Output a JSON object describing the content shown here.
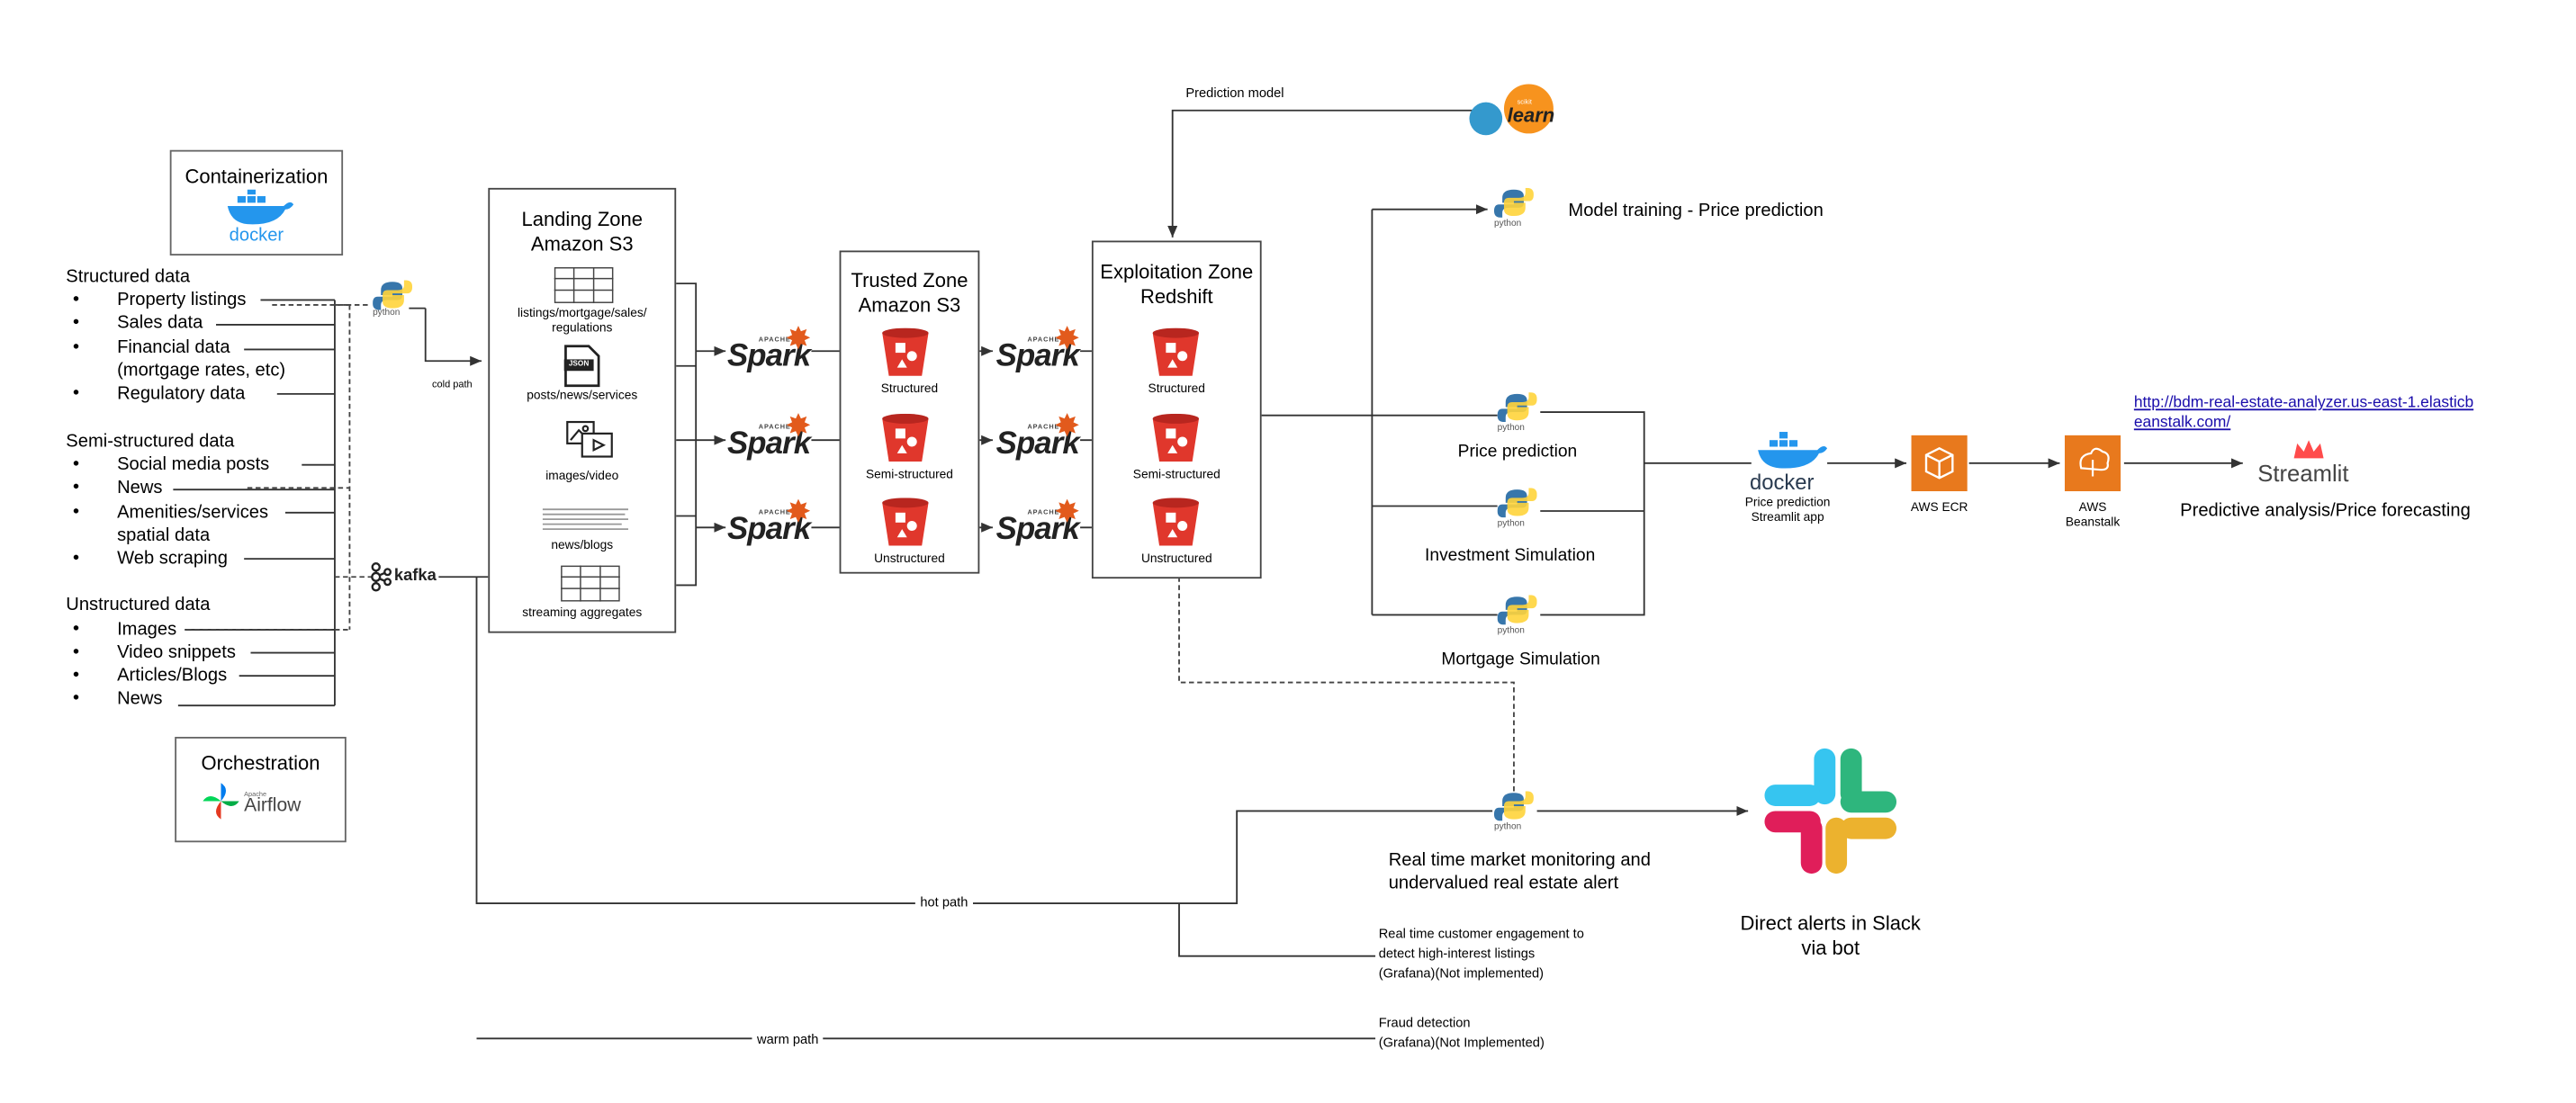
{
  "containerization": {
    "title": "Containerization",
    "logo": "docker"
  },
  "orchestration": {
    "title": "Orchestration",
    "logo_small": "Apache",
    "logo": "Airflow"
  },
  "sources": {
    "structured": {
      "title": "Structured data",
      "items": [
        "Property listings",
        "Sales data",
        "Financial data",
        "(mortgage rates, etc)",
        "Regulatory data"
      ]
    },
    "semi": {
      "title": "Semi-structured data",
      "items": [
        "Social media posts",
        "News",
        "Amenities/services",
        "spatial data",
        "Web scraping"
      ]
    },
    "unstructured": {
      "title": "Unstructured data",
      "items": [
        "Images",
        "Video snippets",
        "Articles/Blogs",
        "News"
      ]
    }
  },
  "python_label": "python",
  "kafka_label": "kafka",
  "cold_path": "cold path",
  "hot_path": "hot path",
  "warm_path": "warm path",
  "landing": {
    "title1": "Landing Zone",
    "title2": "Amazon S3",
    "items": [
      "listings/mortgage/sales/",
      "regulations",
      "posts/news/services",
      "images/video",
      "news/blogs",
      "streaming aggregates"
    ],
    "json_label": "JSON"
  },
  "spark": {
    "label": "Spark",
    "apache": "APACHE"
  },
  "trusted": {
    "title1": "Trusted Zone",
    "title2": "Amazon S3",
    "items": [
      "Structured",
      "Semi-structured",
      "Unstructured"
    ]
  },
  "exploitation": {
    "title1": "Exploitation Zone",
    "title2": "Redshift",
    "items": [
      "Structured",
      "Semi-structured",
      "Unstructured"
    ]
  },
  "prediction_model": "Prediction model",
  "sklearn": {
    "small": "scikit",
    "logo": "learn"
  },
  "model_training": "Model training - Price prediction",
  "services": [
    "Price prediction",
    "Investment Simulation",
    "Mortgage Simulation"
  ],
  "deploy": {
    "docker_logo": "docker",
    "docker_caption1": "Price prediction",
    "docker_caption2": "Streamlit app",
    "ecr": "AWS ECR",
    "beanstalk1": "AWS",
    "beanstalk2": "Beanstalk",
    "url1": "http://bdm-real-estate-analyzer.us-east-1.elasticb",
    "url2": "eanstalk.com/",
    "streamlit": "Streamlit",
    "forecast": "Predictive analysis/Price forecasting"
  },
  "realtime": {
    "line1": "Real time market monitoring and",
    "line2": "undervalued real estate alert",
    "engage1": "Real time customer engagement to",
    "engage2": "detect high-interest listings",
    "engage3": "(Grafana)(Not implemented)",
    "fraud1": "Fraud detection",
    "fraud2": "(Grafana)(Not Implemented)"
  },
  "slack": {
    "line1": "Direct alerts in Slack",
    "line2": "via bot"
  },
  "colors": {
    "docker": "#2496ed",
    "spark_star": "#e25a1c",
    "bucket": "#e0372c",
    "python_blue": "#3776ab",
    "python_yellow": "#ffd43b",
    "aws": "#e8791d",
    "sklearn_blue": "#3499cd",
    "sklearn_orange": "#f7931e",
    "streamlit": "#ff4b4b",
    "link": "#1a0dab"
  }
}
